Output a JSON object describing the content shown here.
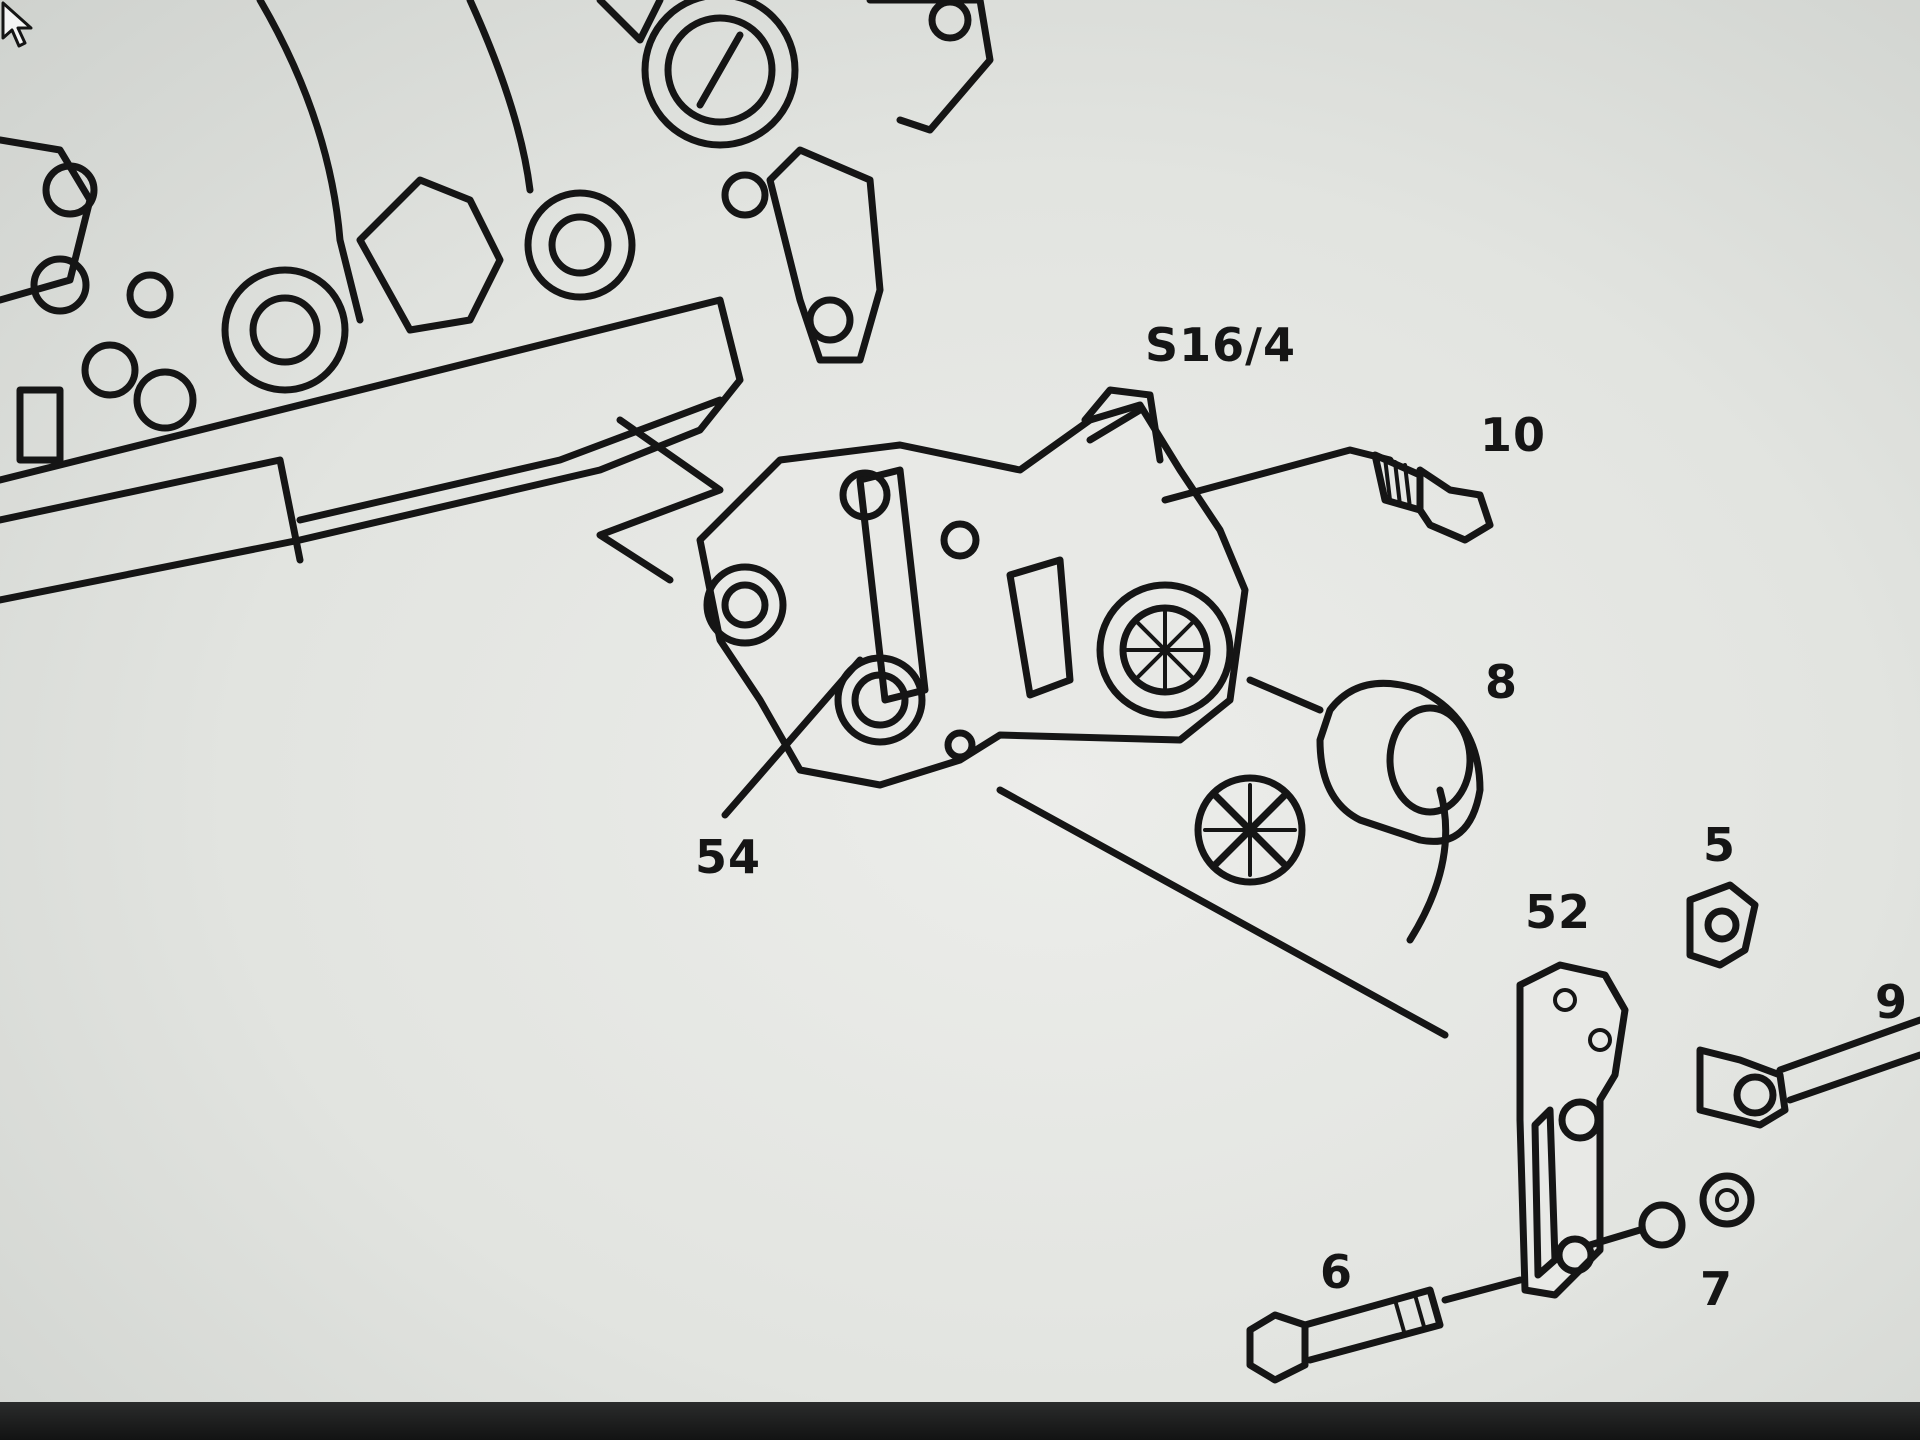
{
  "diagram": {
    "labels": {
      "switch": "S16/4",
      "bolt_top": "10",
      "bushing": "8",
      "lever": "54",
      "nut": "5",
      "bracket": "52",
      "rod": "9",
      "washer": "7",
      "bolt_bottom": "6"
    }
  }
}
